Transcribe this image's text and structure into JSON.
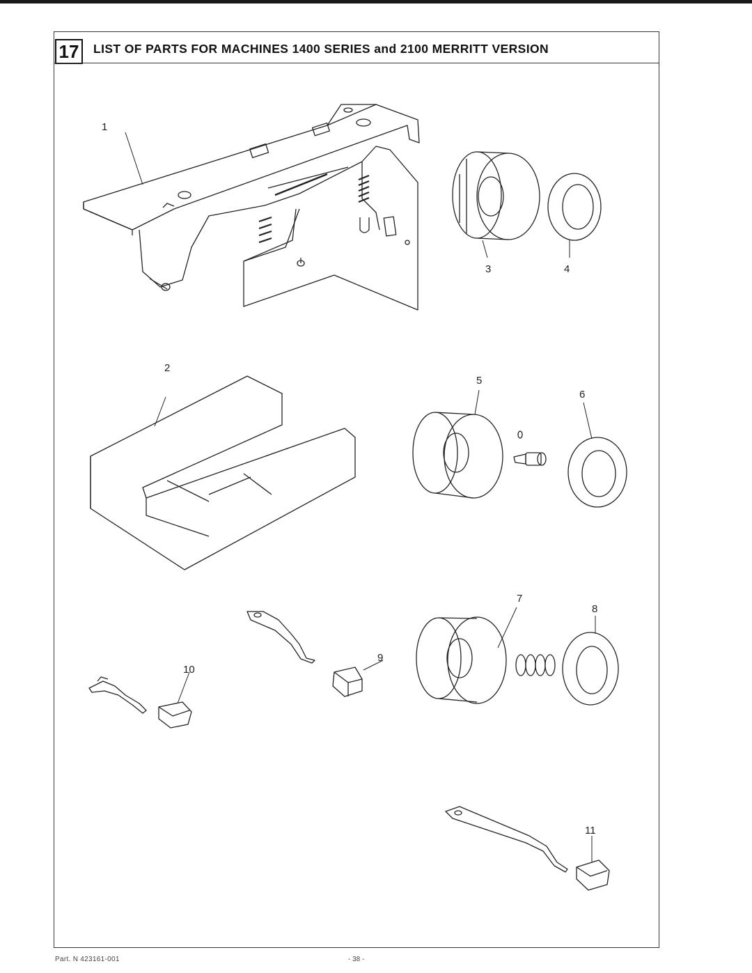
{
  "header": {
    "section_number": "17",
    "title": "LIST OF PARTS FOR MACHINES 1400 SERIES and 2100 MERRITT VERSION"
  },
  "callouts": [
    "1",
    "2",
    "3",
    "4",
    "5",
    "6",
    "7",
    "8",
    "9",
    "10",
    "11"
  ],
  "footer": {
    "part_number": "Part. N  423161-001",
    "page_number": "- 38 -"
  }
}
